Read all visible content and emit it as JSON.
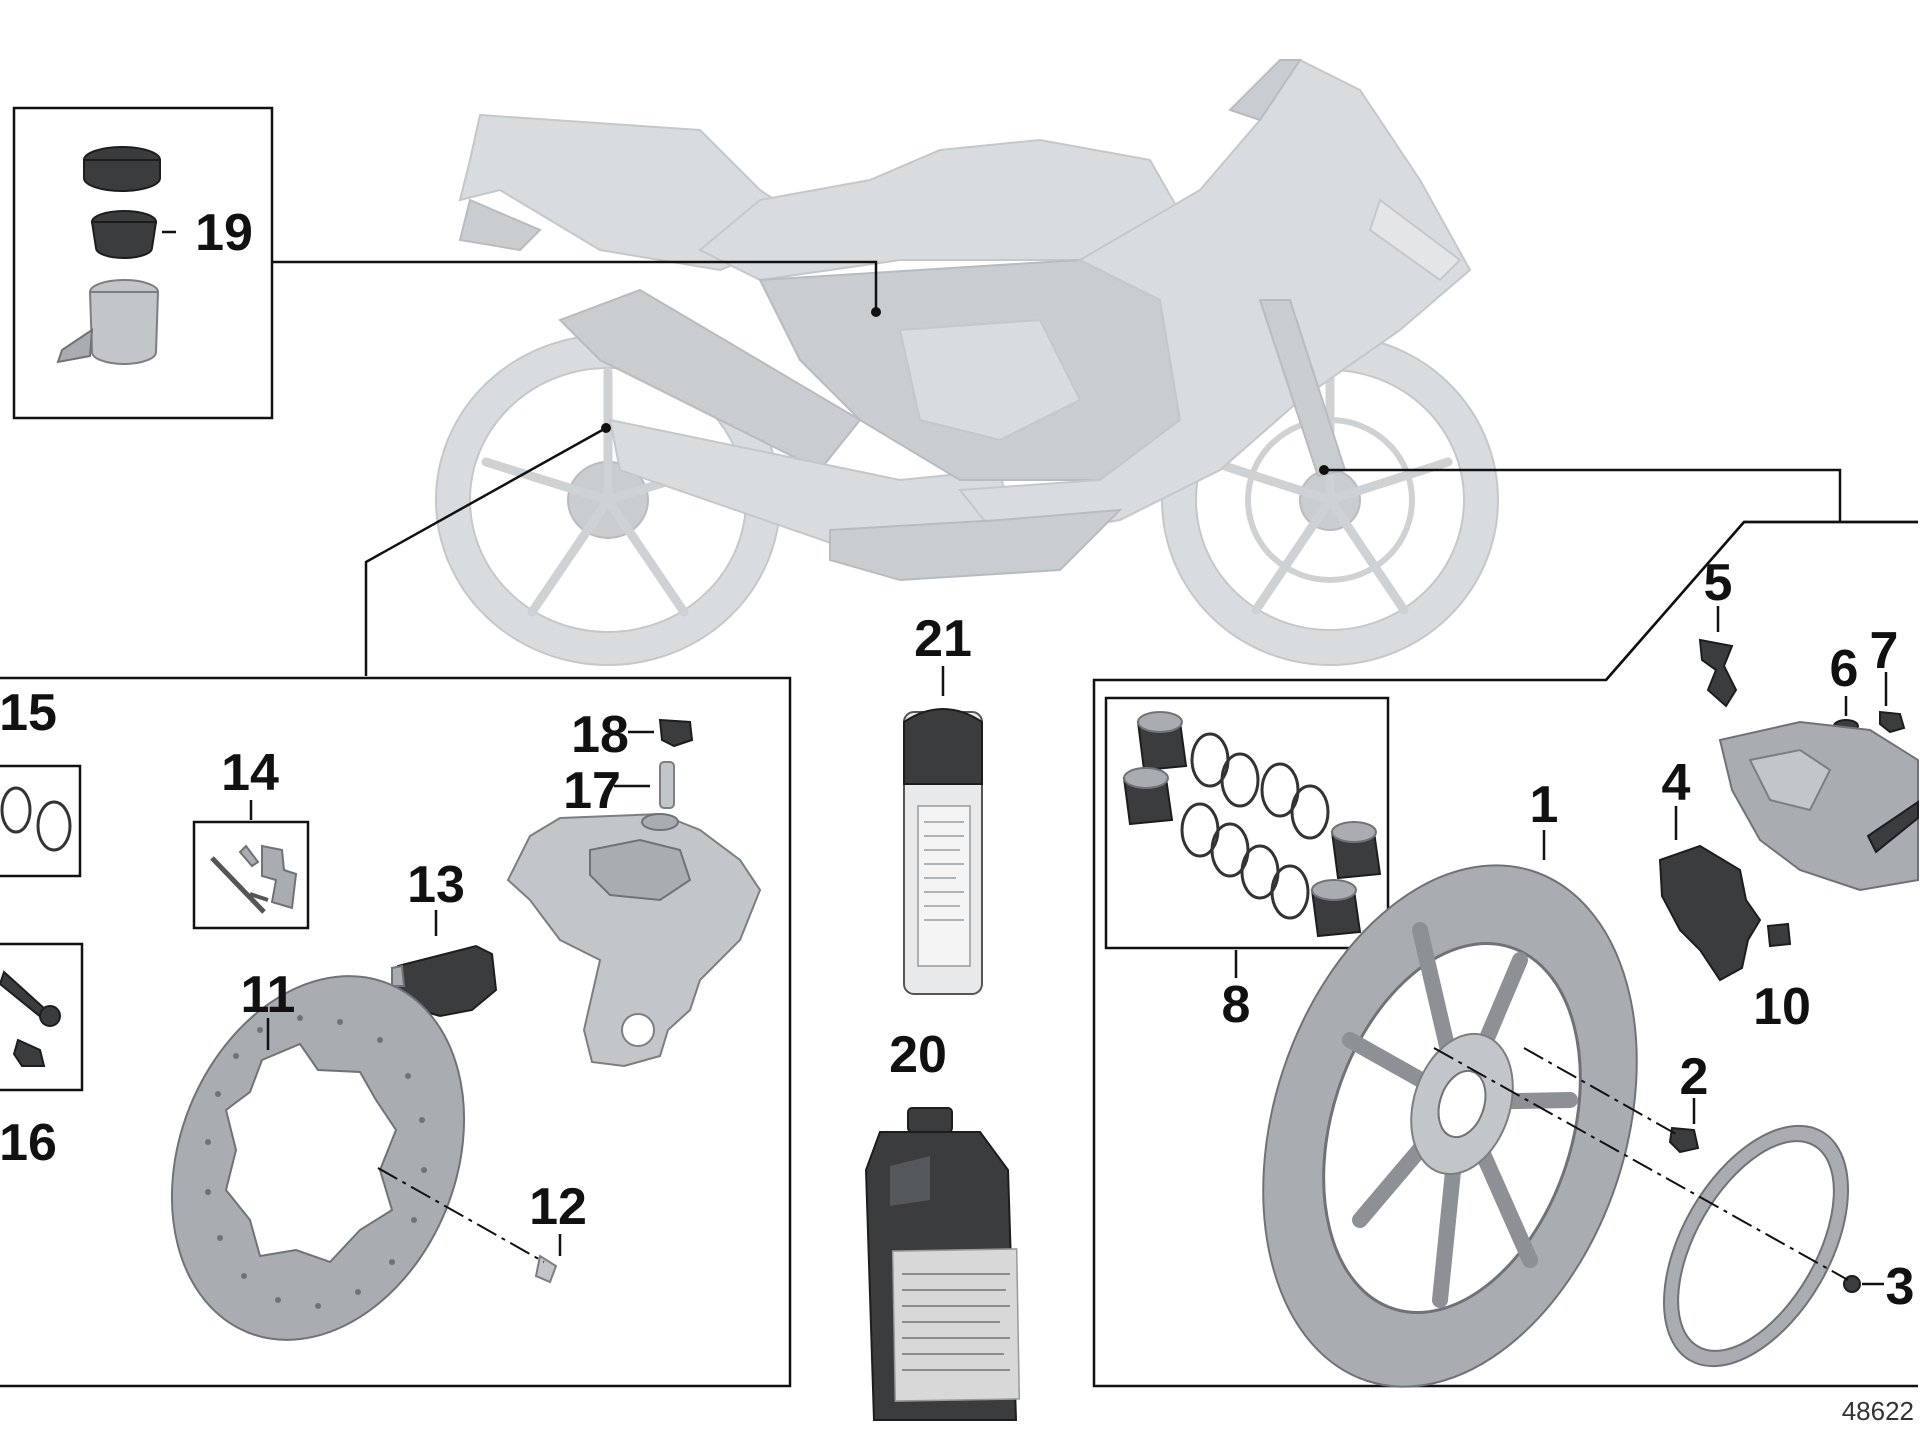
{
  "callouts": {
    "c1": "1",
    "c2": "2",
    "c3": "3",
    "c4": "4",
    "c5": "5",
    "c6": "6",
    "c7": "7",
    "c8": "8",
    "c10": "10",
    "c11": "11",
    "c12": "12",
    "c13": "13",
    "c14": "14",
    "c15": "15",
    "c16": "16",
    "c17": "17",
    "c18": "18",
    "c19": "19",
    "c20": "20",
    "c21": "21"
  },
  "reference_number": "48622",
  "colors": {
    "background": "#ffffff",
    "motorcycle_ghost": "#d9dcde",
    "lines": "#111111",
    "part_metal": "#a9adb1",
    "part_dark": "#3a3c3e"
  }
}
